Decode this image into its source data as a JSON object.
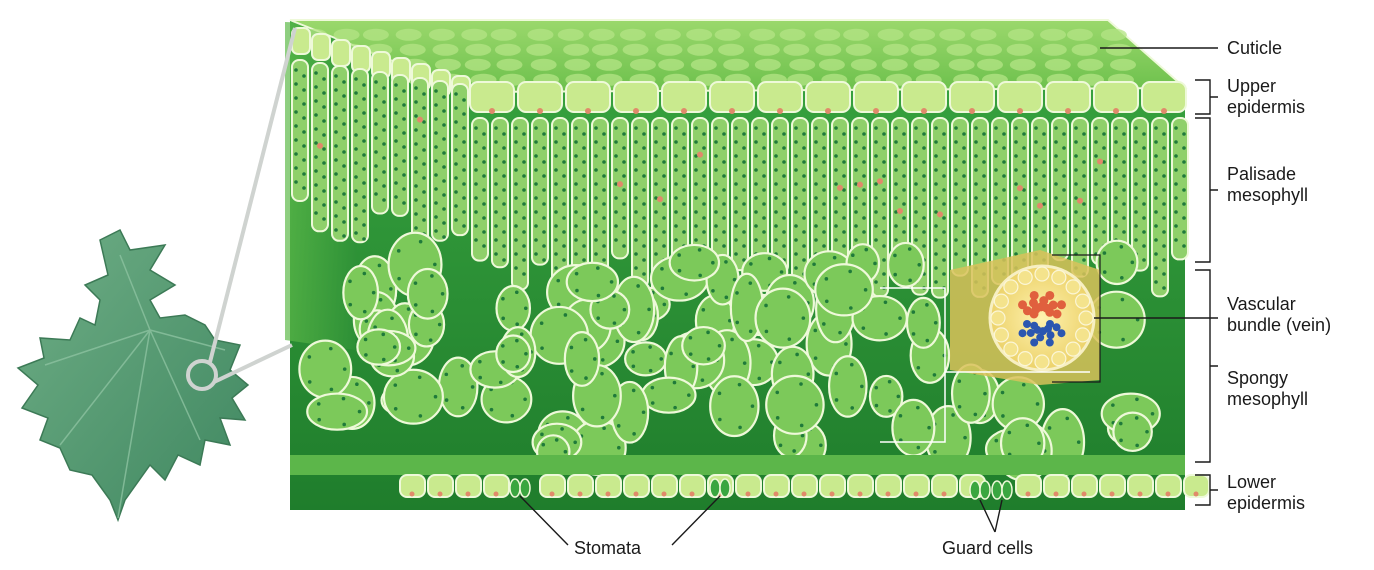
{
  "figure": {
    "colors": {
      "epidermis": "#c9ea8e",
      "palisade": "#8fd06a",
      "spongy": "#7cc95a",
      "interior": "#2f9a3a",
      "membrane": "#eef9d9",
      "chloroplast": "#1f7a3a",
      "nucleus": "#e08a6a",
      "bundle_sheath": "#f2dc7a",
      "xylem": "#e0603e",
      "phloem": "#2b56b0",
      "leaf": "#4f9a6e",
      "magnifier": "#cfd3d0",
      "leader": "#1a1a1a"
    },
    "icons": [
      "maple-leaf-icon",
      "magnifier-circle-icon"
    ]
  },
  "labels": {
    "cuticle": "Cuticle",
    "upper_epidermis": [
      "Upper",
      "epidermis"
    ],
    "palisade_mesophyll": [
      "Palisade",
      "mesophyll"
    ],
    "vascular_bundle": [
      "Vascular",
      "bundle (vein)"
    ],
    "spongy_mesophyll": [
      "Spongy",
      "mesophyll"
    ],
    "lower_epidermis": [
      "Lower",
      "epidermis"
    ],
    "stomata": "Stomata",
    "guard_cells": "Guard cells"
  }
}
